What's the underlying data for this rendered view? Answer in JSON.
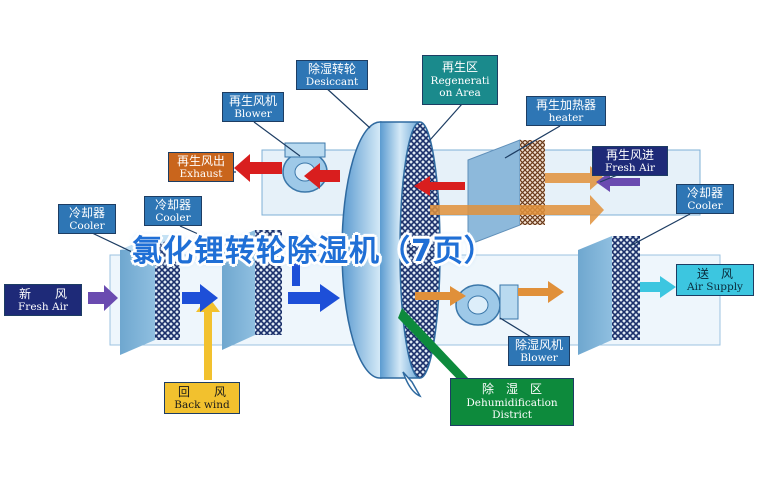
{
  "title": "氯化锂转轮除湿机（7页）",
  "labels": {
    "desiccant": {
      "zh": "除湿转轮",
      "en": "Desiccant"
    },
    "regen_area": {
      "zh": "再生区",
      "en1": "Regenerati",
      "en2": "on Area"
    },
    "regen_blower": {
      "zh": "再生风机",
      "en": "Blower"
    },
    "regen_heater": {
      "zh": "再生加热器",
      "en": "heater"
    },
    "regen_exhaust": {
      "zh": "再生风出",
      "en": "Exhaust"
    },
    "fresh_air_regen": {
      "zh": "再生风进",
      "en": "Fresh Air"
    },
    "cooler_1": {
      "zh": "冷却器",
      "en": "Cooler"
    },
    "cooler_2": {
      "zh": "冷却器",
      "en": "Cooler"
    },
    "cooler_3": {
      "zh": "冷却器",
      "en": "Cooler"
    },
    "fresh_air": {
      "zh": "新　　风",
      "en": "Fresh Air"
    },
    "back_wind": {
      "zh": "回　　风",
      "en": "Back wind"
    },
    "air_supply": {
      "zh": "送　风",
      "en": "Air Supply"
    },
    "dehum_blower": {
      "zh": "除湿风机",
      "en": "Blower"
    },
    "dehum_district": {
      "zh": "除　湿　区",
      "en1": "Dehumidification",
      "en2": "District"
    }
  },
  "colors": {
    "label_blue": "#2e76b5",
    "label_orange": "#c9651c",
    "label_navy": "#1e2a78",
    "label_yellow": "#f2c12e",
    "label_cyan": "#3cc6e0",
    "label_green": "#0d8a3c",
    "label_teal": "#1a8a8c",
    "arrow_red": "#d91e1e",
    "arrow_blue": "#1d4fd8",
    "arrow_orange": "#e0903a",
    "banner": "#1f6fd6"
  }
}
